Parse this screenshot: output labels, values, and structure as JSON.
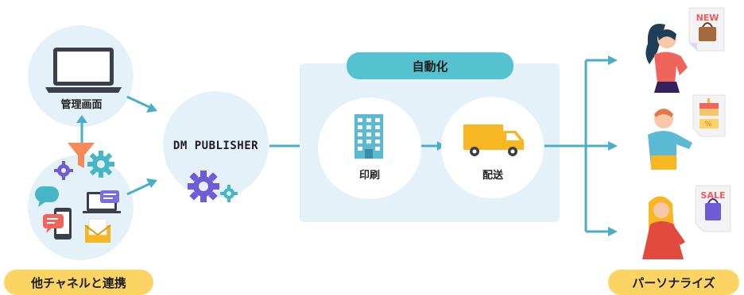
{
  "nodes": {
    "management": {
      "label": "管理画面"
    },
    "other_channels": {
      "label": "他チャネルと連携"
    },
    "dm_publisher": {
      "label": "DM PUBLISHER"
    },
    "automation": {
      "label": "自動化"
    },
    "printing": {
      "label": "印刷"
    },
    "delivery": {
      "label": "配送"
    },
    "personalize": {
      "label": "パーソナライズ"
    }
  },
  "tags": {
    "new": "NEW",
    "sale": "SALE",
    "percent": "%"
  },
  "colors": {
    "arrow": "#4aaec5",
    "circle_bg": "#e5f1f9",
    "teal": "#55c3cf",
    "yellow": "#fcd463",
    "gear": "#6f5bd6",
    "gear_light": "#45b6c6",
    "truck": "#f6b722",
    "building": "#5bb9d3"
  },
  "icons": [
    "laptop-icon",
    "funnel-icon",
    "gear-icon",
    "chat-icon",
    "phone-icon",
    "mail-icon",
    "building-icon",
    "truck-icon",
    "woman-icon",
    "man-icon",
    "shopping-bag-icon",
    "cake-icon"
  ]
}
